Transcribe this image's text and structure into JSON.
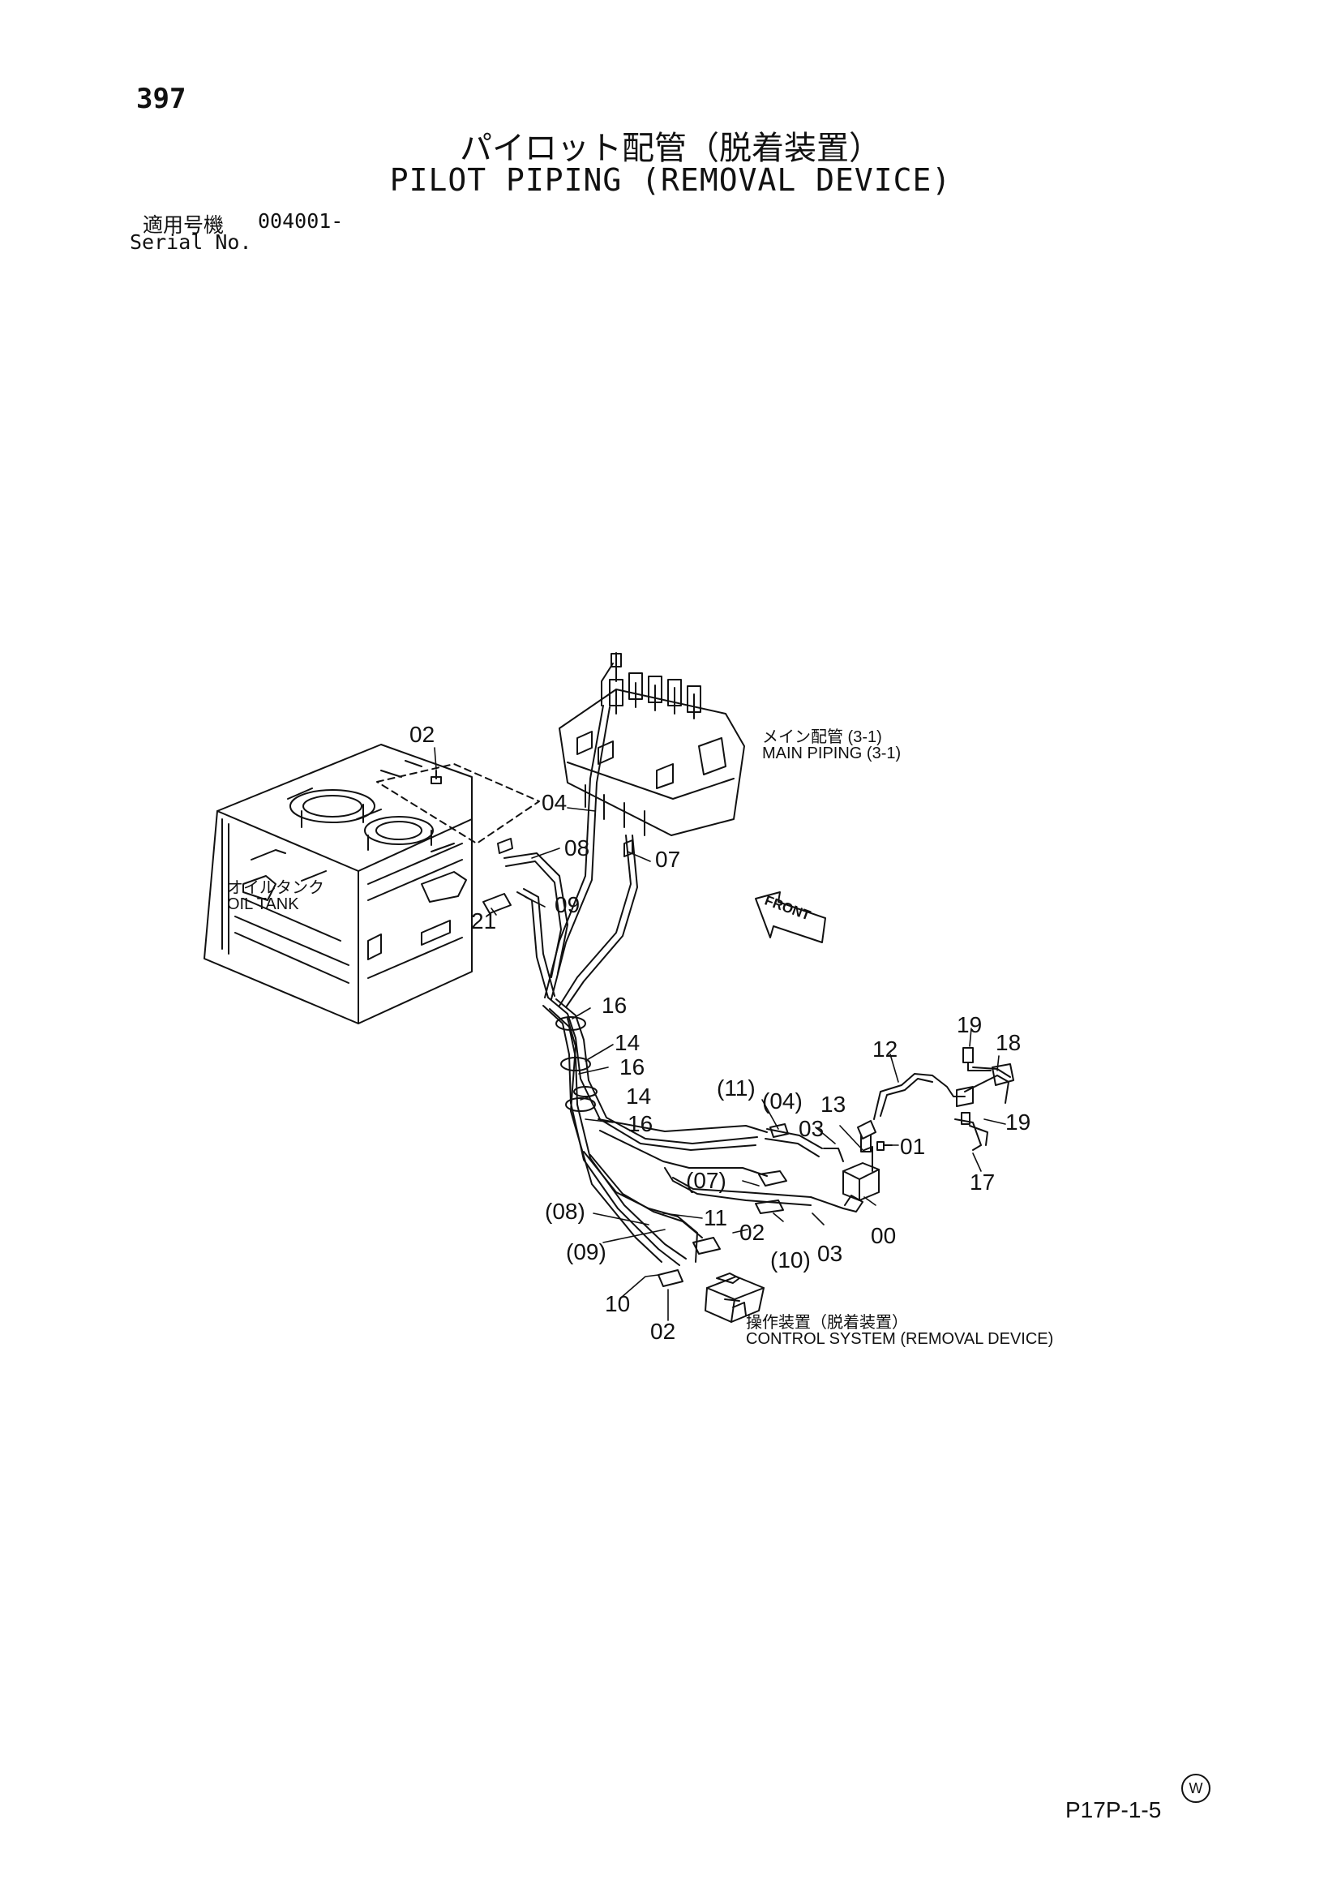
{
  "page_number": "397",
  "title_jp": "パイロット配管（脱着装置）",
  "title_en": "PILOT PIPING (REMOVAL DEVICE)",
  "serial": {
    "label_jp": "適用号機",
    "value": "004001-",
    "label_en": "Serial No."
  },
  "notes": {
    "main_piping_jp": "メイン配管 (3-1)",
    "main_piping_en": "MAIN PIPING (3-1)",
    "oil_tank_jp": "オイルタンク",
    "oil_tank_en": "OIL TANK",
    "control_jp": "操作装置（脱着装置）",
    "control_en": "CONTROL SYSTEM (REMOVAL DEVICE)",
    "front_arrow": "FRONT"
  },
  "callouts": {
    "c02_top": "02",
    "c04": "04",
    "c08": "08",
    "c07": "07",
    "c09": "09",
    "c21": "21",
    "c16_a": "16",
    "c14_a": "14",
    "c16_b": "16",
    "c14_b": "14",
    "c16_c": "16",
    "c11p": "(11)",
    "c04p": "(04)",
    "c13": "13",
    "c12": "12",
    "c19_a": "19",
    "c18": "18",
    "c19_b": "19",
    "c03_a": "03",
    "c01": "01",
    "c17": "17",
    "c07p": "(07)",
    "c00": "00",
    "c08p": "(08)",
    "c11": "11",
    "c02_mid": "02",
    "c09p": "(09)",
    "c10p": "(10)",
    "c03_b": "03",
    "c10": "10",
    "c02_bot": "02"
  },
  "footer": {
    "mark": "W",
    "code": "P17P-1-5"
  }
}
